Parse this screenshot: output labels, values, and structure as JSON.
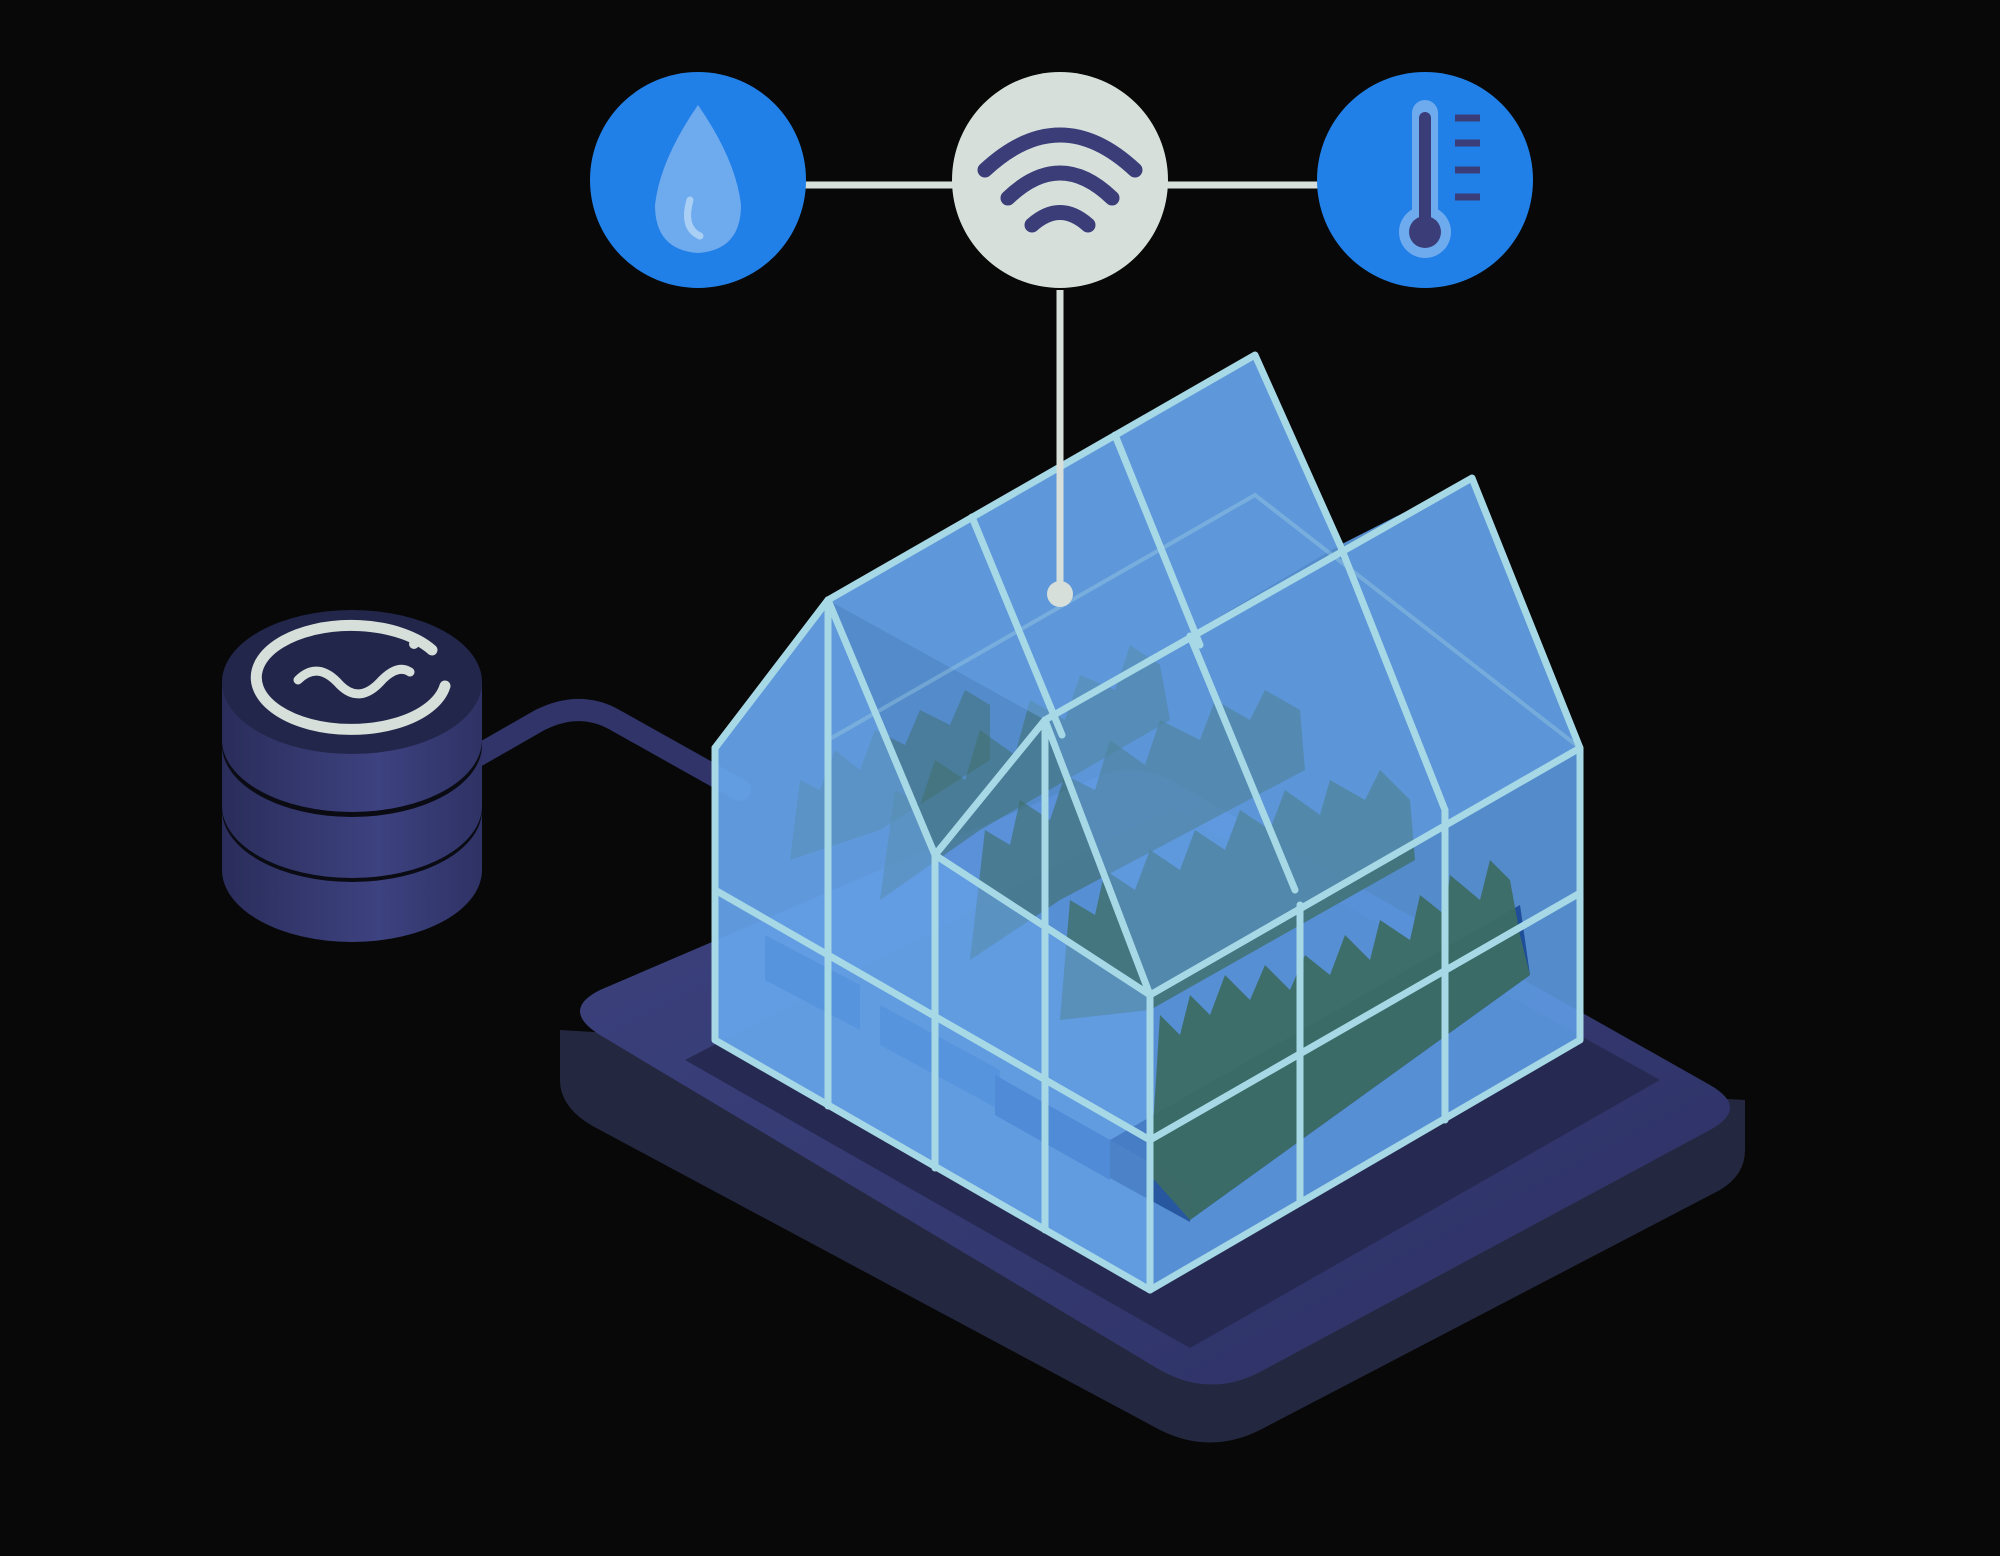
{
  "scene": {
    "background": "#080808",
    "nodes": [
      {
        "id": "water",
        "icon": "water-drop-icon",
        "fill": "#2080e8"
      },
      {
        "id": "wifi",
        "icon": "wifi-icon",
        "fill": "#d6dfda"
      },
      {
        "id": "temperature",
        "icon": "thermometer-icon",
        "fill": "#2080e8"
      }
    ],
    "greenhouse": {
      "glass": "#6aa6ea",
      "frame": "#a6d8e6",
      "plants": "#3d6d64"
    },
    "database": {
      "icon": "database-icon",
      "fill": "#3b3f78",
      "cable": "#303468"
    },
    "platform": {
      "top": "#353a70",
      "side": "#23273f"
    },
    "accent_link": "#d6dfda"
  }
}
